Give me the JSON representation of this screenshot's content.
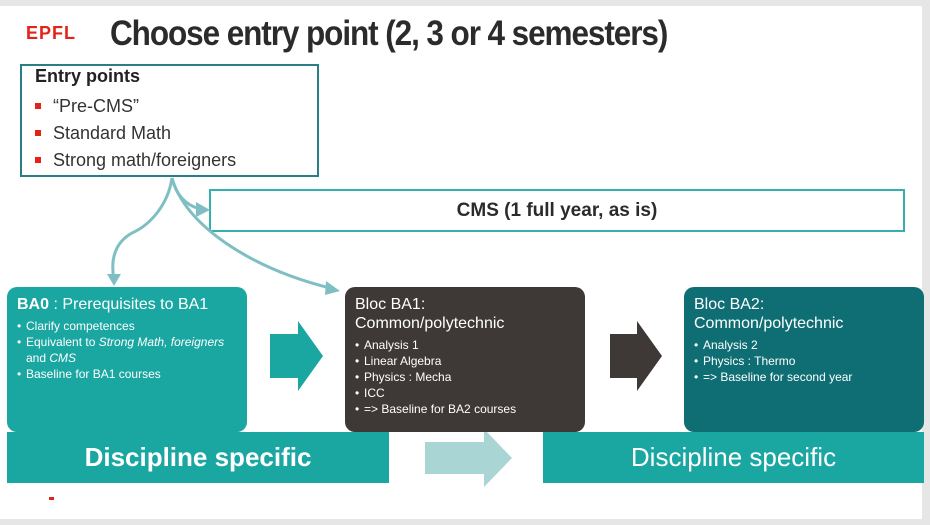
{
  "header": {
    "logo": "EPFL",
    "title": "Choose entry point (2, 3 or 4 semesters)"
  },
  "entry_points": {
    "heading": "Entry points",
    "items": [
      "“Pre-CMS”",
      "Standard Math",
      "Strong math/foreigners"
    ]
  },
  "cms": {
    "label": "CMS (1 full year, as is)"
  },
  "ba0": {
    "title_bold": "BA0",
    "title_rest": " : Prerequisites to BA1",
    "items": {
      "clarify": "Clarify competences",
      "equiv_prefix": "Equivalent to ",
      "equiv_strong": "Strong Math, foreigners",
      "equiv_and": " and ",
      "equiv_cms": "CMS",
      "baseline": "Baseline for BA1 courses"
    }
  },
  "ba1": {
    "title_line1": "Bloc BA1:",
    "title_line2": "Common/polytechnic",
    "items": [
      "Analysis 1",
      "Linear Algebra",
      "Physics : Mecha",
      "ICC",
      "=> Baseline for BA2 courses"
    ]
  },
  "ba2": {
    "title_line1": "Bloc BA2:",
    "title_line2": "Common/polytechnic",
    "items": [
      "Analysis 2",
      "Physics : Thermo",
      "=> Baseline for second year"
    ]
  },
  "discipline": {
    "left": "Discipline specific",
    "right": "Discipline specific"
  },
  "colors": {
    "teal": "#1aa7a2",
    "dark": "#3e3836",
    "dark_teal": "#0f6e74",
    "connector": "#7fbfc4",
    "accent_red": "#e2231a"
  }
}
